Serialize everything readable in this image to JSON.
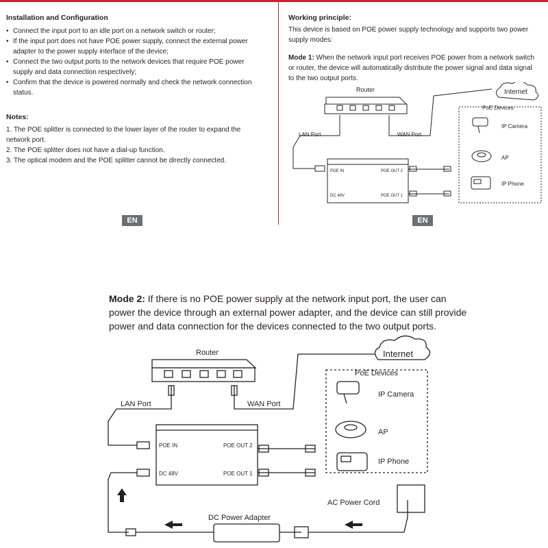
{
  "left": {
    "install_title": "Installation and Configuration",
    "install_items": [
      "Connect the input port to an idle port on a network switch or router;",
      "If the input port does not have POE power supply, connect the external power",
      "adapter to the power supply interface of the device;",
      "Connect the two output ports to the network devices that require POE power",
      "supply and data connection respectively;",
      "Confirm that the device is powered normally and check the network connection",
      "status."
    ],
    "notes_title": "Notes:",
    "notes": [
      "1. The POE splitter is connected to the lower layer of the router to expand the",
      "network port.",
      "2. The POE splitter does not have a dial-up function.",
      "3. The optical modem and the POE splitter cannot be directly connected."
    ],
    "badge": "EN"
  },
  "right": {
    "title": "Working principle:",
    "intro_l1": "This device is based on POE power supply technology and supports two power",
    "intro_l2": "supply modes:",
    "mode1_label": "Mode 1:",
    "mode1_l1": " When the network input port receives POE power from a network switch",
    "mode1_l2": "or router, the device will automatically distribute the power signal and data signal",
    "mode1_l3": "to the two output ports.",
    "badge": "EN"
  },
  "mode2": {
    "label": "Mode 2:",
    "l1": " If there is no POE power supply at the network input port, the user can",
    "l2": "power the device through an external power adapter, and the device can still provide",
    "l3": "power and data connection for the devices connected to the two output ports."
  },
  "diagram": {
    "router": "Router",
    "internet": "Internet",
    "lan_port": "LAN Port",
    "wan_port": "WAN Port",
    "poe_devices": "PoE Devices",
    "ip_camera": "IP Camera",
    "ap": "AP",
    "ip_phone": "IP Phone",
    "poe_in": "POE IN",
    "poe_out_2": "POE OUT 2",
    "poe_out_1": "POE OUT 1",
    "dc_48v": "DC 48V",
    "dc_power_adapter": "DC Power Adapter",
    "ac_power_cord": "AC Power Cord"
  }
}
